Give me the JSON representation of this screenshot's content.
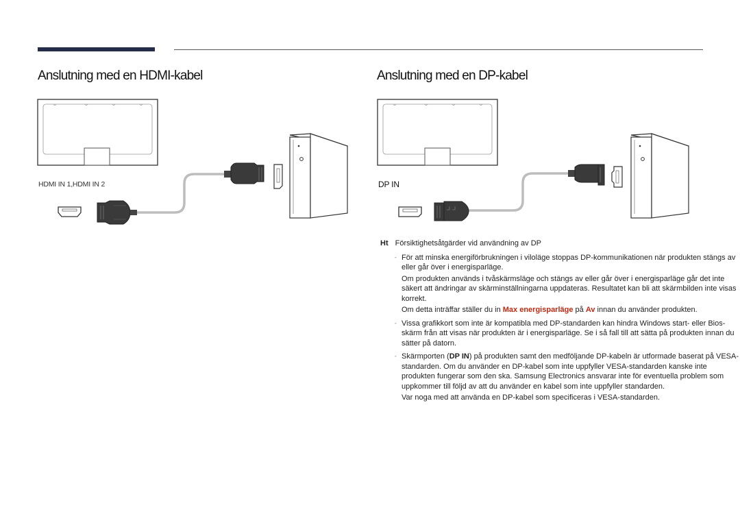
{
  "header": {},
  "sections": {
    "hdmi": {
      "title": "Anslutning med en HDMI-kabel",
      "port_label": "HDMI IN 1,HDMI IN 2",
      "icons": [
        "monitor-icon",
        "hdmi-port-icon",
        "hdmi-cable-icon",
        "pc-tower-icon"
      ]
    },
    "dp": {
      "title": "Anslutning med en DP-kabel",
      "port_label": "DP IN",
      "icons": [
        "monitor-icon",
        "dp-port-icon",
        "dp-cable-icon",
        "pc-tower-icon"
      ]
    }
  },
  "notes": {
    "heading_marker": "Ht",
    "heading": "Försiktighetsåtgärder vid användning av DP",
    "items": [
      {
        "paragraphs": [
          "För att minska energiförbrukningen i viloläge stoppas DP-kommunikationen när produkten stängs av eller går över i energisparläge.",
          "Om produkten används i tvåskärmsläge och stängs av eller går över i energisparläge går det inte säkert att ändringar av skärminställningarna uppdateras. Resultatet kan bli att skärmbilden inte visas korrekt.",
          null
        ],
        "p3_before": "Om detta inträffar ställer du in ",
        "p3_highlight": "Max energisparläge",
        "p3_mid": " på ",
        "p3_value": "Av",
        "p3_after": " innan du använder produkten."
      },
      {
        "paragraphs": [
          "Vissa grafikkort som inte är kompatibla med DP-standarden kan hindra Windows start- eller Bios-skärm från att visas när produkten är i energisparläge. Se i så fall till att sätta på produkten innan du sätter på datorn."
        ]
      },
      {
        "p1_before": "Skärmporten (",
        "p1_bold": "DP IN",
        "p1_after": ") på produkten samt den medföljande DP-kabeln är utformade baserat på VESA-standarden. Om du använder en DP-kabel som inte uppfyller VESA-standarden kanske inte produkten fungerar som den ska. Samsung Electronics ansvarar inte för eventuella problem som uppkommer till följd av att du använder en kabel som inte uppfyller standarden.",
        "p2": "Var noga med att använda en DP-kabel som specificeras i VESA-standarden."
      }
    ]
  },
  "colors": {
    "accent_bar": "#252d48",
    "highlight": "#c02a10",
    "line": "#333333",
    "cable": "#bdbdbd",
    "connector": "#3a3a3a"
  }
}
